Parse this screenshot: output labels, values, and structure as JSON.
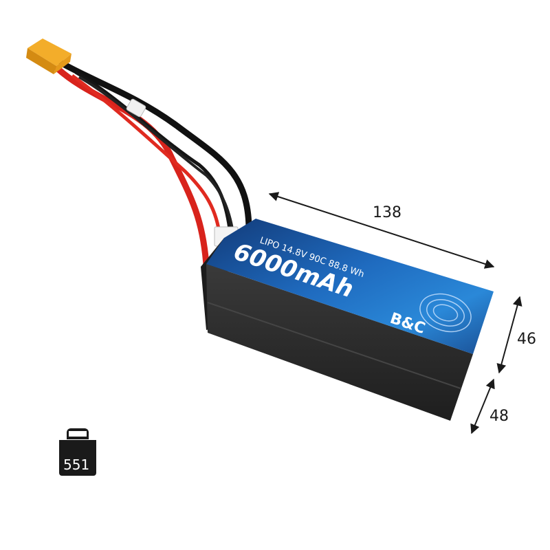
{
  "battery": {
    "spec_line": "LIPO 14.8V 90C 88.8 Wh",
    "capacity": "6000mAh",
    "brand": "B&C"
  },
  "dimensions": {
    "length": "138",
    "height": "46",
    "width": "48"
  },
  "weight": {
    "value": "551",
    "icon": "weight-icon"
  },
  "colors": {
    "label_blue": "#1f5fa8",
    "case": "#2a2a2a",
    "connector": "#e8a21c",
    "wire_red": "#d8231c",
    "wire_black": "#111111"
  }
}
